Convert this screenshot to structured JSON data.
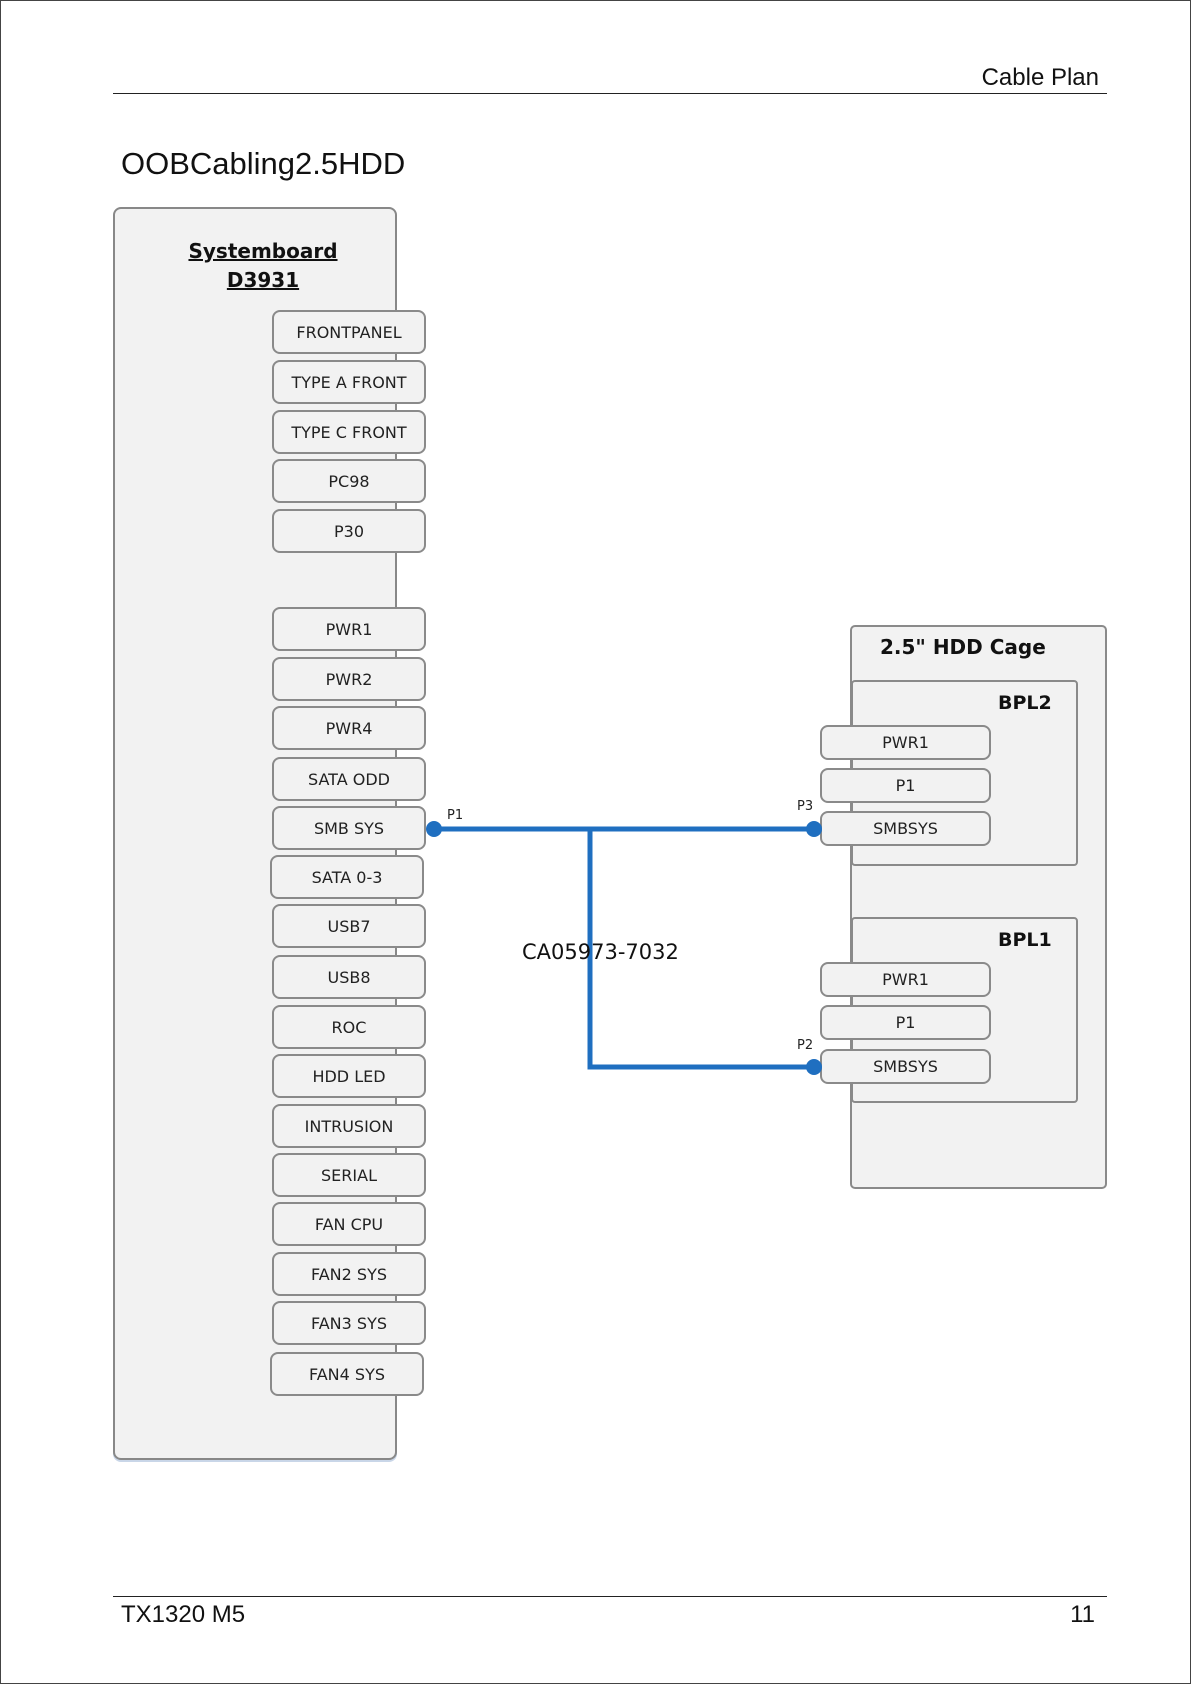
{
  "header": {
    "title": "Cable Plan"
  },
  "section_title": "OOBCabling2.5HDD",
  "footer": {
    "model": "TX1320 M5",
    "page": "11"
  },
  "systemboard": {
    "title_line1": "Systemboard",
    "title_line2": "D3931",
    "connectors": [
      "FRONTPANEL",
      "TYPE A FRONT",
      "TYPE C FRONT",
      "PC98",
      "P30",
      "PWR1",
      "PWR2",
      "PWR4",
      "SATA ODD",
      "SMB SYS",
      "SATA 0-3",
      "USB7",
      "USB8",
      "ROC",
      "HDD LED",
      "INTRUSION",
      "SERIAL",
      "FAN CPU",
      "FAN2 SYS",
      "FAN3 SYS",
      "FAN4 SYS"
    ]
  },
  "hdd_cage": {
    "title": "2.5\" HDD Cage",
    "bpl2": {
      "title": "BPL2",
      "connectors": [
        "PWR1",
        "P1",
        "SMBSYS"
      ]
    },
    "bpl1": {
      "title": "BPL1",
      "connectors": [
        "PWR1",
        "P1",
        "SMBSYS"
      ]
    }
  },
  "cable": {
    "part_number": "CA05973-7032",
    "pin_board": "P1",
    "pin_bpl2": "P3",
    "pin_bpl1": "P2",
    "color": "#1f6fc0"
  }
}
